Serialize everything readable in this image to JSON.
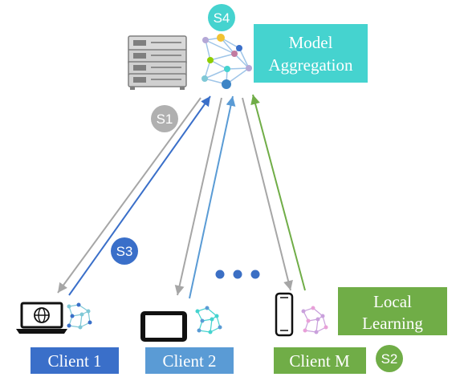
{
  "server": {
    "step_badge": "S4",
    "aggregation_label_line1": "Model",
    "aggregation_label_line2": "Aggregation"
  },
  "steps": {
    "s1": "S1",
    "s2": "S2",
    "s3": "S3"
  },
  "local_learning": {
    "line1": "Local",
    "line2": "Learning"
  },
  "clients": [
    {
      "label": "Client 1"
    },
    {
      "label": "Client 2"
    },
    {
      "label": "Client M"
    }
  ],
  "colors": {
    "teal": "#45d3cf",
    "green": "#70ad47",
    "blue_dark": "#3a6fc9",
    "blue_light": "#5a9bd5",
    "gray": "#a6a6a6",
    "gray_badge": "#b0b0b0"
  },
  "icons": {
    "server": "server-rack-icon",
    "network": "neural-network-icon",
    "laptop": "laptop-globe-icon",
    "tablet": "tablet-icon",
    "phone": "smartphone-icon"
  }
}
